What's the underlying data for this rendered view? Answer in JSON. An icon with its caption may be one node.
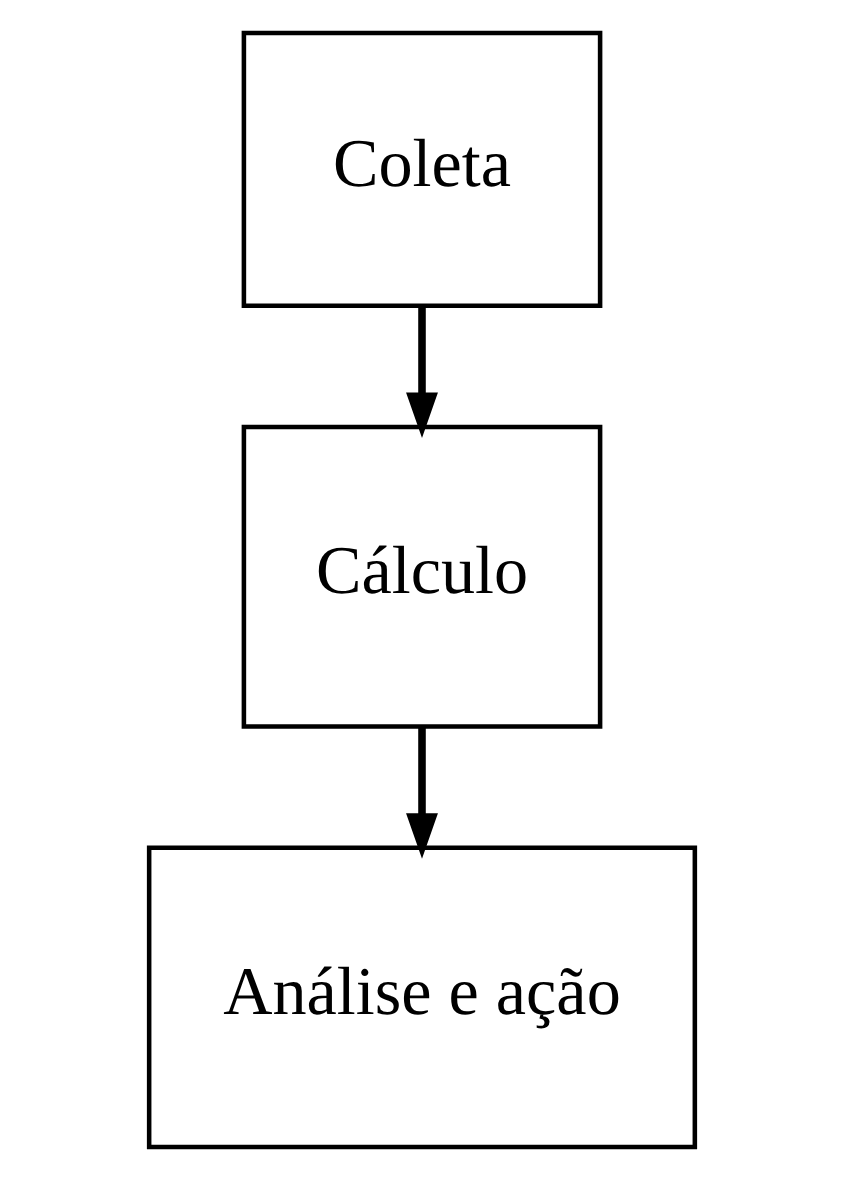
{
  "diagram": {
    "nodes": [
      {
        "text": [
          "Coleta"
        ]
      },
      {
        "text": [
          "Cálculo"
        ]
      },
      {
        "text": [
          "Análise e ação"
        ]
      }
    ],
    "edges": [
      {
        "from": 0,
        "to": 1,
        "arrow": "to"
      },
      {
        "from": 1,
        "to": 2,
        "arrow": "to"
      }
    ]
  }
}
